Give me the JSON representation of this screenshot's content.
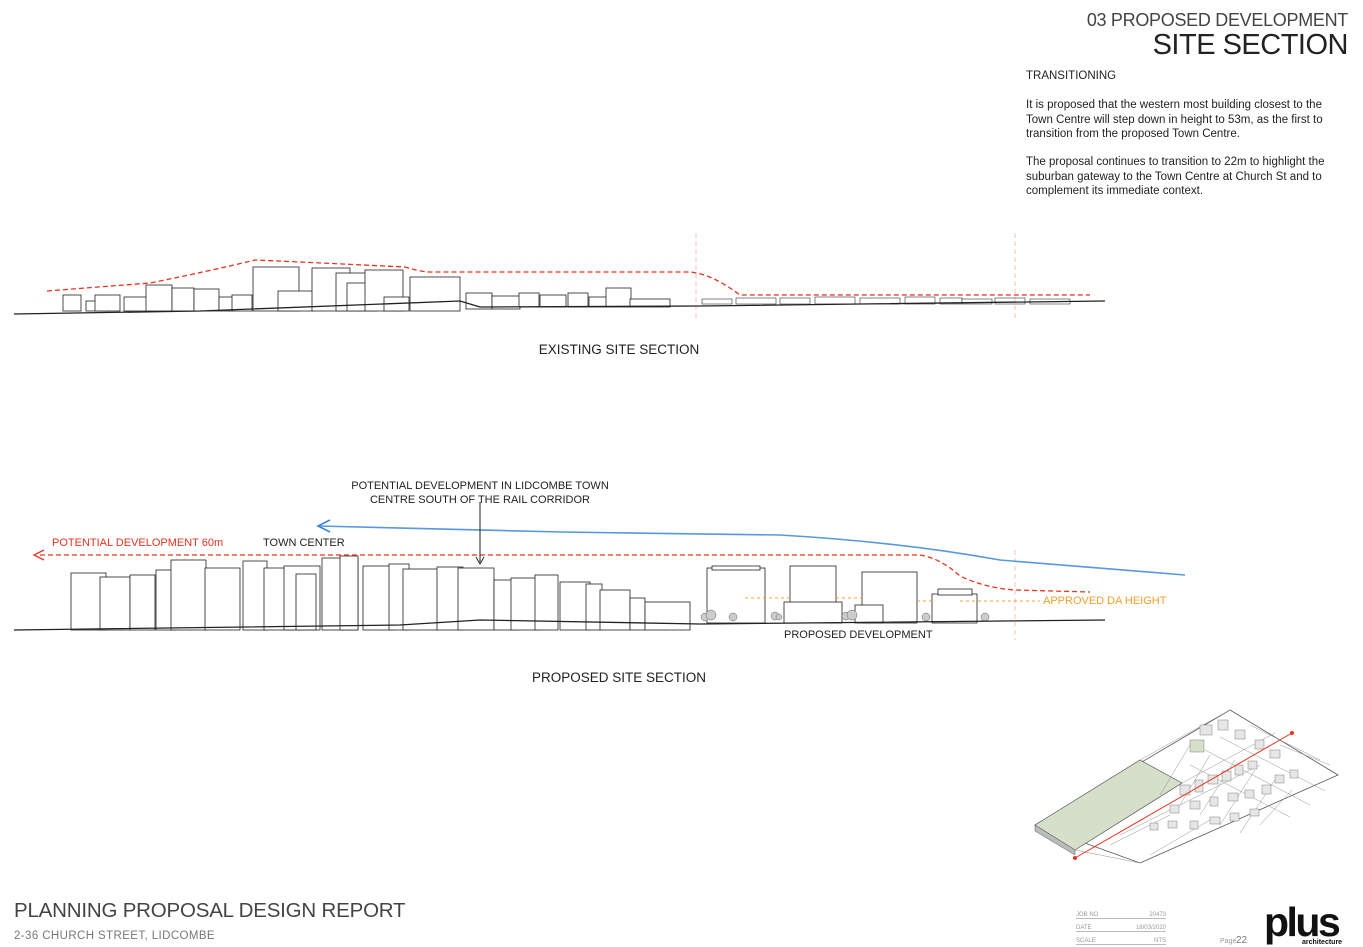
{
  "header": {
    "section_number": "03 PROPOSED DEVELOPMENT",
    "section_title": "SITE SECTION"
  },
  "intro": {
    "heading": "TRANSITIONING",
    "paragraph_1": "It is proposed that the western most building closest to the Town Centre will step down in height to 53m, as the first to transition from the proposed Town Centre.",
    "paragraph_2": "The proposal continues to transition to 22m to highlight the suburban gateway to the Town Centre at Church St and to complement its immediate context."
  },
  "existing_section": {
    "caption": "EXISTING SITE SECTION"
  },
  "proposed_section": {
    "caption": "PROPOSED SITE SECTION",
    "label_potential_height": "POTENTIAL DEVELOPMENT 60m",
    "label_town_center": "TOWN CENTER",
    "label_potential_line1": "POTENTIAL DEVELOPMENT IN LIDCOMBE TOWN",
    "label_potential_line2": "CENTRE SOUTH OF THE RAIL CORRIDOR",
    "label_approved": "APPROVED DA HEIGHT",
    "label_proposed": "PROPOSED DEVELOPMENT"
  },
  "footer": {
    "title": "PLANNING PROPOSAL DESIGN REPORT",
    "subtitle": "2-36 CHURCH STREET, LIDCOMBE",
    "meta": [
      {
        "label": "JOB NO",
        "value": "20473"
      },
      {
        "label": "DATE",
        "value": "18/03/2020"
      },
      {
        "label": "SCALE",
        "value": "NTS"
      }
    ],
    "page_label": "Page",
    "page_number": "22",
    "logo_text": "plus",
    "logo_sub": "architecture"
  },
  "colors": {
    "height_line": "#e8331f",
    "approved_line": "#f0a030",
    "arrow_blue": "#3a86d8",
    "park_green": "#d6dfc9"
  }
}
